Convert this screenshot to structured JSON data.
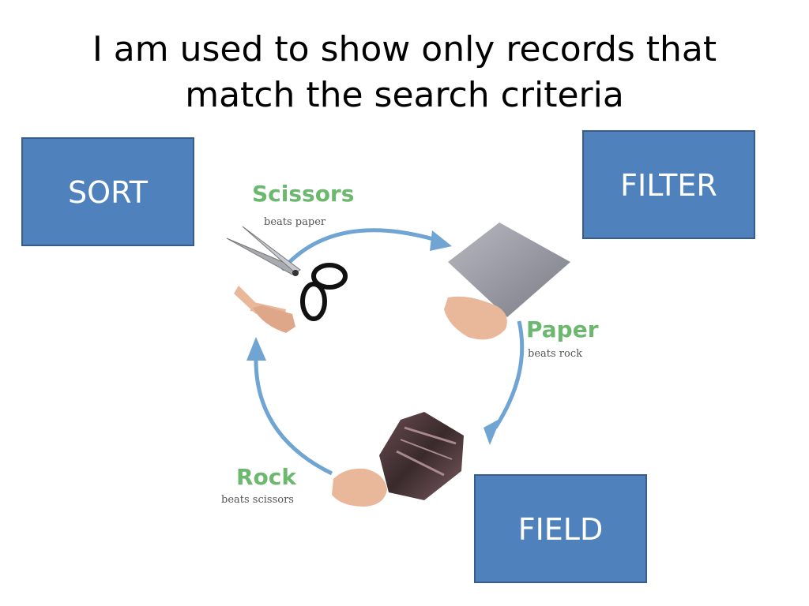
{
  "slide": {
    "title_line1": "I am used to show only records that",
    "title_line2": "match the search criteria"
  },
  "answers": {
    "sort": "SORT",
    "filter": "FILTER",
    "field": "FIELD"
  },
  "image": {
    "scissors_label": "Scissors",
    "scissors_caption": "beats paper",
    "paper_label": "Paper",
    "paper_caption": "beats rock",
    "rock_label": "Rock",
    "rock_caption": "beats scissors"
  },
  "colors": {
    "box_fill": "#4f81bd",
    "box_border": "#385d8a",
    "label_green": "#6cb86f",
    "arrow_blue": "#6fa4d3"
  }
}
